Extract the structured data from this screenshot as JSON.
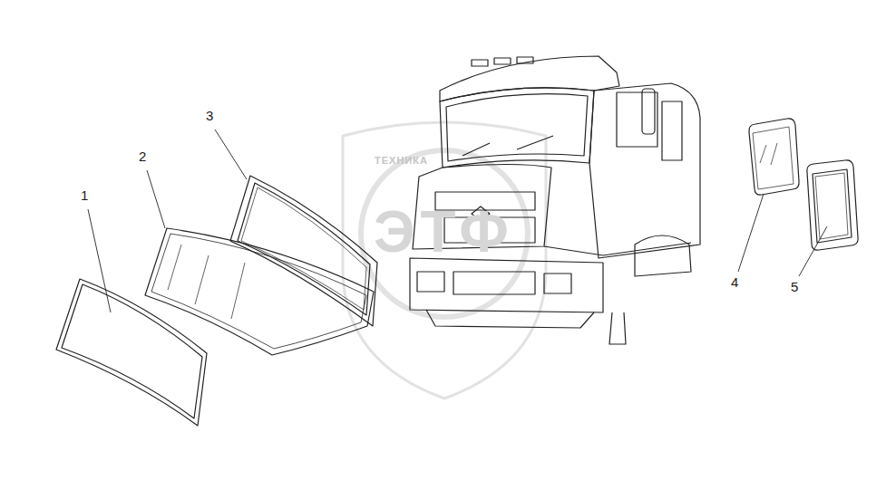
{
  "diagram": {
    "labels": [
      "1",
      "2",
      "3",
      "4",
      "5",
      "ТЕХНИКА",
      "ЭТФ"
    ]
  }
}
